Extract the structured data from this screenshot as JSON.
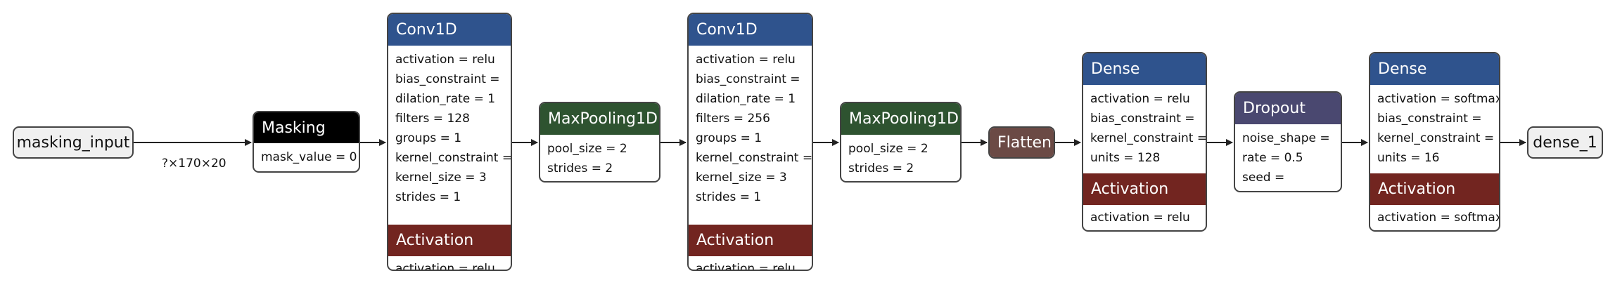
{
  "colors": {
    "conv1d": "#2f538d",
    "dense": "#2f538d",
    "activation": "#722520",
    "maxpooling1d": "#2e5330",
    "masking": "#000000",
    "flatten": "#6b4a45",
    "dropout": "#4a4870",
    "io": "#f0f0f0"
  },
  "nodes": {
    "input": {
      "label": "masking_input"
    },
    "masking": {
      "title": "Masking",
      "params": [
        "mask_value = 0"
      ]
    },
    "conv1": {
      "title": "Conv1D",
      "params": [
        "activation = relu",
        "bias_constraint =",
        "dilation_rate = 1",
        "filters = 128",
        "groups = 1",
        "kernel_constraint =",
        "kernel_size = 3",
        "strides = 1"
      ],
      "act_title": "Activation",
      "act_params": [
        "activation = relu"
      ]
    },
    "pool1": {
      "title": "MaxPooling1D",
      "params": [
        "pool_size = 2",
        "strides = 2"
      ]
    },
    "conv2": {
      "title": "Conv1D",
      "params": [
        "activation = relu",
        "bias_constraint =",
        "dilation_rate = 1",
        "filters = 256",
        "groups = 1",
        "kernel_constraint =",
        "kernel_size = 3",
        "strides = 1"
      ],
      "act_title": "Activation",
      "act_params": [
        "activation = relu"
      ]
    },
    "pool2": {
      "title": "MaxPooling1D",
      "params": [
        "pool_size = 2",
        "strides = 2"
      ]
    },
    "flatten": {
      "title": "Flatten"
    },
    "dense1": {
      "title": "Dense",
      "params": [
        "activation = relu",
        "bias_constraint =",
        "kernel_constraint =",
        "units = 128"
      ],
      "act_title": "Activation",
      "act_params": [
        "activation = relu"
      ]
    },
    "dropout": {
      "title": "Dropout",
      "params": [
        "noise_shape =",
        "rate = 0.5",
        "seed ="
      ]
    },
    "dense2": {
      "title": "Dense",
      "params": [
        "activation = softmax",
        "bias_constraint =",
        "kernel_constraint =",
        "units = 16"
      ],
      "act_title": "Activation",
      "act_params": [
        "activation = softmax"
      ]
    },
    "output": {
      "label": "dense_1"
    }
  },
  "edge_label": "?×170×20"
}
